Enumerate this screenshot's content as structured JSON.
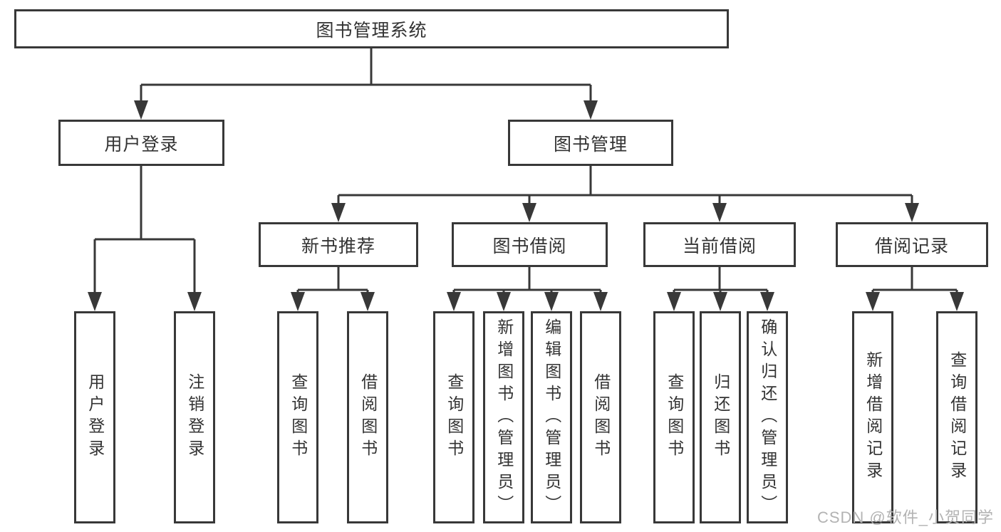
{
  "diagram_title": "图书管理系统",
  "watermark": "CSDN @软件_小贺同学",
  "colors": {
    "line": "#383838",
    "box_border": "#383838",
    "text": "#333333",
    "watermark": "#b3b3b3",
    "background": "#ffffff"
  },
  "tree": {
    "label": "图书管理系统",
    "children": [
      {
        "label": "用户登录",
        "children": [
          {
            "label": "用户登录"
          },
          {
            "label": "注销登录"
          }
        ]
      },
      {
        "label": "图书管理",
        "children": [
          {
            "label": "新书推荐",
            "children": [
              {
                "label": "查询图书"
              },
              {
                "label": "借阅图书"
              }
            ]
          },
          {
            "label": "图书借阅",
            "children": [
              {
                "label": "查询图书"
              },
              {
                "label": "新增图书（管理员）"
              },
              {
                "label": "编辑图书（管理员）"
              },
              {
                "label": "借阅图书"
              }
            ]
          },
          {
            "label": "当前借阅",
            "children": [
              {
                "label": "查询图书"
              },
              {
                "label": "归还图书"
              },
              {
                "label": "确认归还（管理员）"
              }
            ]
          },
          {
            "label": "借阅记录",
            "children": [
              {
                "label": "新增借阅记录"
              },
              {
                "label": "查询借阅记录"
              }
            ]
          }
        ]
      }
    ]
  }
}
